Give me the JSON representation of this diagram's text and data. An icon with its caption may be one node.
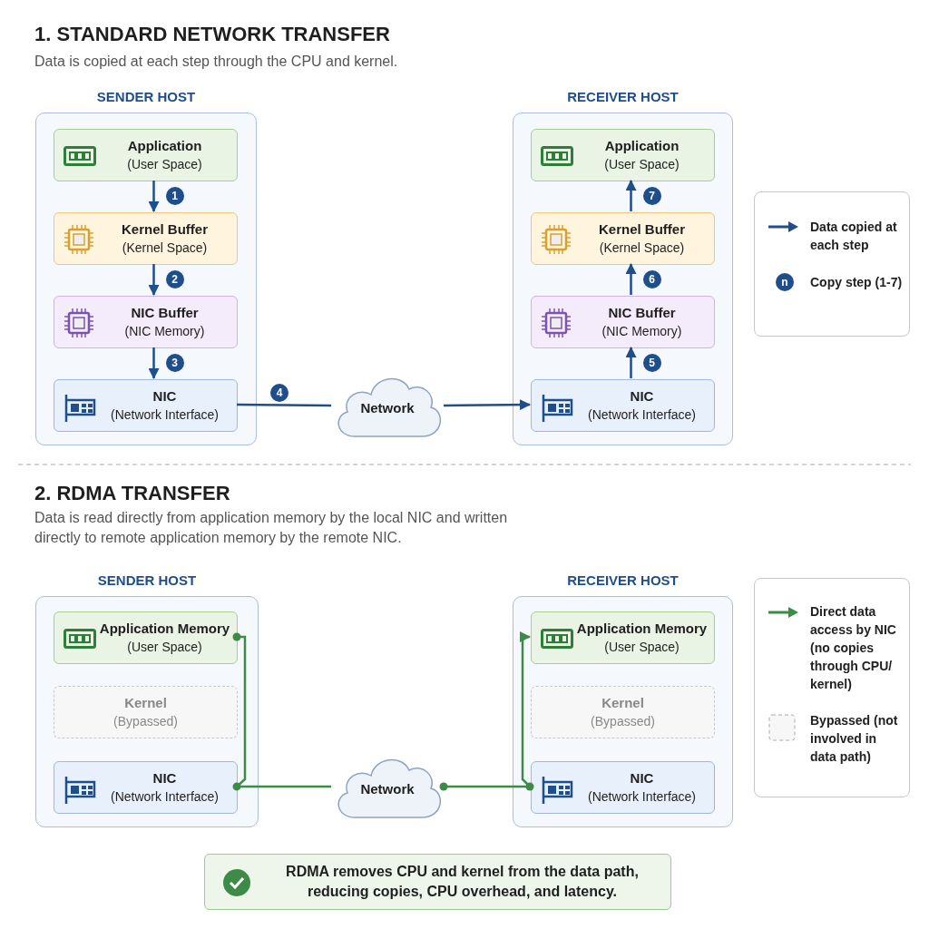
{
  "diagram": {
    "nodes": [
      {
        "text": [
          "SENDER HOST"
        ]
      },
      {
        "text": [
          "Application",
          "(User Space)"
        ],
        "in": 0
      },
      {
        "text": [
          "Kernel Buffer",
          "(Kernel Space)"
        ],
        "in": 0
      },
      {
        "text": [
          "NIC Buffer",
          "(NIC Memory)"
        ],
        "in": 0
      },
      {
        "text": [
          "NIC",
          "(Network Interface)"
        ],
        "in": 0
      },
      {
        "text": [
          "Network"
        ]
      },
      {
        "text": [
          "RECEIVER HOST"
        ]
      },
      {
        "text": [
          "Application",
          "(User Space)"
        ],
        "in": 6
      },
      {
        "text": [
          "Kernel Buffer",
          "(Kernel Space)"
        ],
        "in": 6
      },
      {
        "text": [
          "NIC Buffer",
          "(NIC Memory)"
        ],
        "in": 6
      },
      {
        "text": [
          "NIC",
          "(Network Interface)"
        ],
        "in": 6
      },
      {
        "text": [
          "SENDER HOST"
        ]
      },
      {
        "text": [
          "Application Memory",
          "(User Space)"
        ],
        "in": 11
      },
      {
        "text": [
          "Kernel",
          "(Bypassed)"
        ],
        "in": 11
      },
      {
        "text": [
          "NIC",
          "(Network Interface)"
        ],
        "in": 11
      },
      {
        "text": [
          "Network"
        ]
      },
      {
        "text": [
          "RECEIVER HOST"
        ]
      },
      {
        "text": [
          "Application Memory",
          "(User Space)"
        ],
        "in": 16
      },
      {
        "text": [
          "Kernel",
          "(Bypassed)"
        ],
        "in": 16
      },
      {
        "text": [
          "NIC",
          "(Network Interface)"
        ],
        "in": 16
      },
      {
        "text": [
          "RDMA removes CPU and kernel from the data path, reducing copies, CPU overhead, and latency."
        ]
      }
    ],
    "edges": [
      {
        "from": 1,
        "to": 2,
        "arrow": "to",
        "label": "1"
      },
      {
        "from": 2,
        "to": 3,
        "arrow": "to",
        "label": "2"
      },
      {
        "from": 3,
        "to": 4,
        "arrow": "to",
        "label": "3"
      },
      {
        "from": 4,
        "to": 5,
        "arrow": "none",
        "label": "4"
      },
      {
        "from": 5,
        "to": 10,
        "arrow": "to"
      },
      {
        "from": 10,
        "to": 9,
        "arrow": "to",
        "label": "5"
      },
      {
        "from": 9,
        "to": 8,
        "arrow": "to",
        "label": "6"
      },
      {
        "from": 8,
        "to": 7,
        "arrow": "to",
        "label": "7"
      },
      {
        "from": 12,
        "to": 14,
        "arrow": "other",
        "color": "#3d8b47"
      },
      {
        "from": 14,
        "to": 15,
        "arrow": "none",
        "color": "#3d8b47"
      },
      {
        "from": 15,
        "to": 19,
        "arrow": "other",
        "color": "#3d8b47"
      },
      {
        "from": 19,
        "to": 17,
        "arrow": "to",
        "color": "#3d8b47"
      }
    ],
    "labels": [
      "1. STANDARD NETWORK TRANSFER",
      "Data is copied at each step through the CPU and kernel.",
      "n",
      "2. RDMA TRANSFER",
      "Data is read directly from application memory by the local NIC and written directly to remote application memory by the remote NIC."
    ],
    "legend": [
      {
        "text": "Data copied at each step"
      },
      {
        "text": "Copy step (1-7)"
      },
      {
        "text": "Direct data access by NIC (no copies through CPU/ kernel)"
      },
      {
        "text": "Bypassed (not involved in data path)"
      }
    ]
  }
}
